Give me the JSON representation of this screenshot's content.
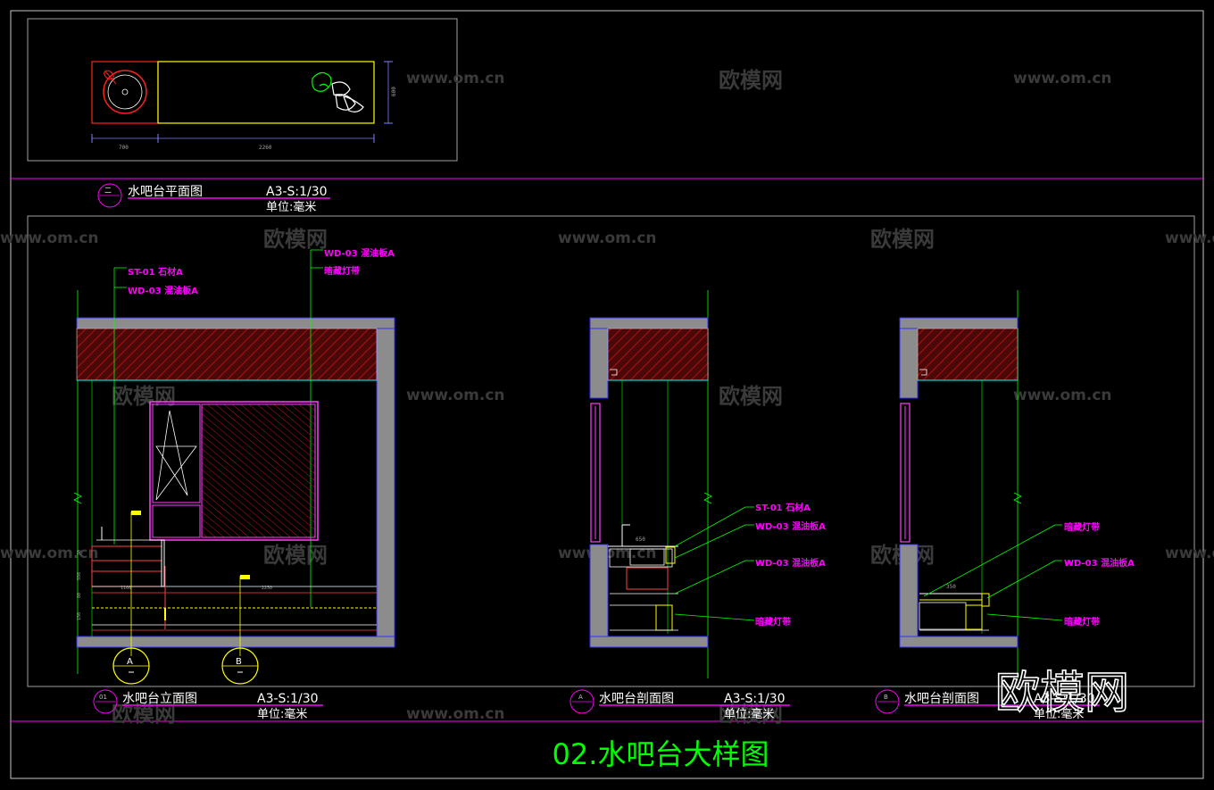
{
  "main_title": "02.水吧台大样图",
  "watermark": {
    "site": "www.om.cn",
    "brand": "欧模网"
  },
  "plan": {
    "symbol": "二",
    "title": "水吧台平面图",
    "scale": "A3-S:1/30",
    "unit": "单位:毫米",
    "dim_left": "700",
    "dim_right": "2260",
    "dim_height": "600"
  },
  "elevation": {
    "symbol": "01",
    "title": "水吧台立面图",
    "scale": "A3-S:1/30",
    "unit": "单位:毫米",
    "callouts": [
      "ST-01 石材A",
      "WD-03 混油板A",
      "WD-03 混油板A",
      "暗藏灯带"
    ],
    "markers": [
      "A",
      "B"
    ],
    "dims": [
      "30",
      "550",
      "80",
      "150",
      "1100",
      "2250"
    ]
  },
  "section_a": {
    "symbol": "A",
    "title": "水吧台剖面图",
    "scale": "A3-S:1/30",
    "unit": "单位:毫米",
    "callouts": [
      "ST-01 石材A",
      "WD-03 混油板A",
      "WD-03 混油板A",
      "暗藏灯带"
    ],
    "dim_top": "650"
  },
  "section_b": {
    "symbol": "B",
    "title": "水吧台剖面图",
    "scale": "A3-S:1/30",
    "unit": "单位:毫米",
    "callouts": [
      "暗藏灯带",
      "WD-03 混油板A",
      "暗藏灯带"
    ],
    "dim_top": "350"
  },
  "colors": {
    "frame": "#c8c8c8",
    "title_line": "#ff00ff",
    "accent_green": "#00ff00",
    "wall": "#8c8c8c",
    "hatch": "#b01010",
    "yellow": "#ffff00",
    "cyan": "#00ffff",
    "blue": "#2020ff",
    "magenta": "#ff00ff"
  }
}
